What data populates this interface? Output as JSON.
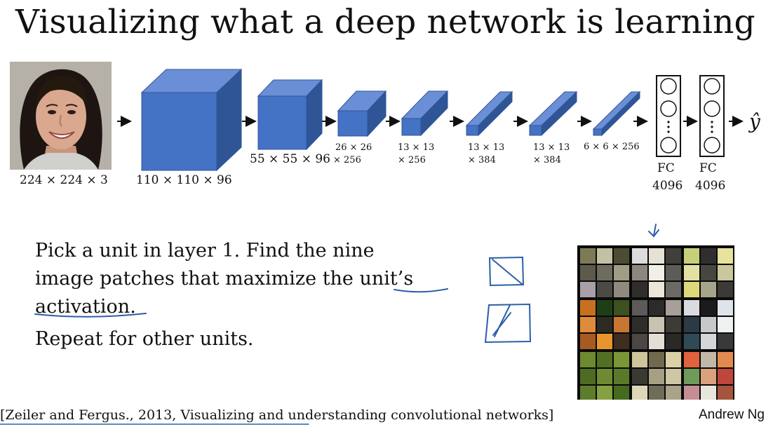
{
  "title": "Visualizing what a deep network is learning",
  "network": {
    "input_label": "224 × 224 × 3",
    "layers": [
      {
        "label": "110 × 110 × 96"
      },
      {
        "label": "55 × 55 × 96"
      },
      {
        "label_line1": "26 × 26",
        "label_line2": "× 256"
      },
      {
        "label_line1": "13 × 13",
        "label_line2": "× 256"
      },
      {
        "label_line1": "13 × 13",
        "label_line2": "× 384"
      },
      {
        "label_line1": "13 × 13",
        "label_line2": "× 384"
      },
      {
        "label": "6 × 6 × 256"
      }
    ],
    "fc_layers": [
      {
        "name": "FC",
        "size": "4096"
      },
      {
        "name": "FC",
        "size": "4096"
      }
    ],
    "output_label": "ŷ"
  },
  "body": {
    "line1": "Pick a unit in layer 1. Find the nine",
    "line2_pre": "image patches that maximize the ",
    "line2_underlined": "unit’s",
    "line3_underlined": "activation",
    "line3_post": ".",
    "line4": "Repeat for other units."
  },
  "citation": "[Zeiler and Fergus., 2013, Visualizing and understanding convolutional networks]",
  "author": "Andrew Ng",
  "colors": {
    "block_front": "#4472c4",
    "block_top": "#6b8fd6",
    "block_side": "#2f5597",
    "annotation_ink": "#2b5fa8"
  },
  "patch_colors": [
    [
      "#7d7a56",
      "#c3c0a3",
      "#4e4b35",
      "#dcdcdc",
      "#e5e1d5",
      "#403f3b",
      "#c6d07a",
      "#302f2d",
      "#e7e29c"
    ],
    [
      "#5c5a4a",
      "#6f6c5e",
      "#a19d85",
      "#8c8880",
      "#f1efe6",
      "#5d5c58",
      "#e3e0a4",
      "#474641",
      "#c9c79b"
    ],
    [
      "#a99faa",
      "#4b4a44",
      "#8e8a7f",
      "#2f2e2a",
      "#ebe6d7",
      "#6b6a64",
      "#ded87b",
      "#a4a58b",
      "#3b3a36"
    ],
    [
      "#c97020",
      "#1e3f16",
      "#3d5020",
      "#5d5a59",
      "#2c2b29",
      "#a6a098",
      "#d9dbe0",
      "#1b1b1b",
      "#dfe4ea"
    ],
    [
      "#de8c3b",
      "#2b2b23",
      "#c87632",
      "#2e2d2a",
      "#c8c2b0",
      "#3c3b36",
      "#2c3a45",
      "#c6c8cb",
      "#eff0f0"
    ],
    [
      "#a75a21",
      "#e9942c",
      "#3e2d20",
      "#4a4745",
      "#e3dfd5",
      "#2a2928",
      "#2f4957",
      "#d4d7da",
      "#3a3939"
    ],
    [
      "#6c8a2e",
      "#536f24",
      "#7a9636",
      "#cfc49a",
      "#6f6a4e",
      "#dcd0a6",
      "#e0623e",
      "#c1b8a8",
      "#e38a4f"
    ],
    [
      "#4f6b23",
      "#6e8a33",
      "#5a7a29",
      "#3a3a33",
      "#a69f84",
      "#cec6a5",
      "#6f9a59",
      "#d9a17c",
      "#bf463b"
    ],
    [
      "#5d7d2b",
      "#85a141",
      "#466a1f",
      "#ddd6b8",
      "#706c57",
      "#aba28a",
      "#c48e93",
      "#e8e5dc",
      "#a5553e"
    ]
  ]
}
